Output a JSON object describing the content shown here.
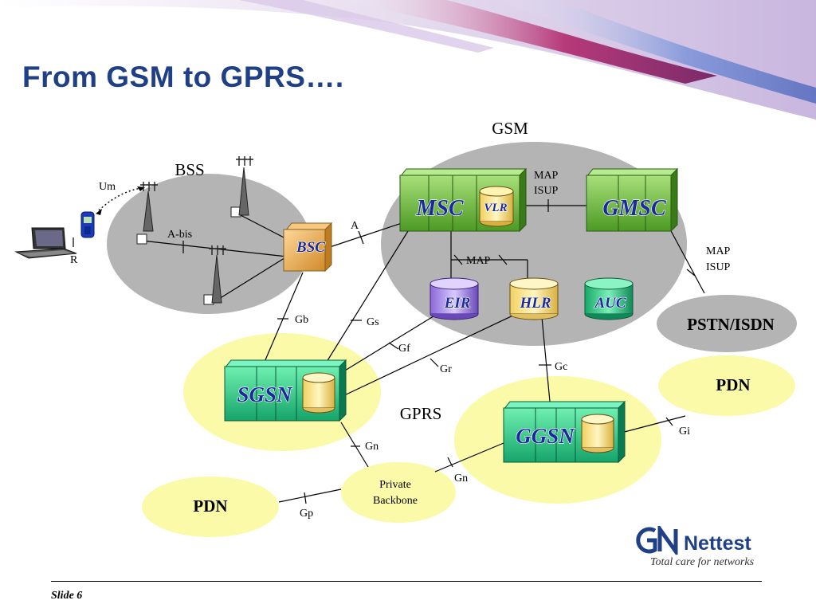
{
  "title": "From GSM to GPRS….",
  "footer": {
    "slide": "Slide 6"
  },
  "logo": {
    "name": "Nettest",
    "tagline": "Total care for networks"
  },
  "regions": {
    "gsm": "GSM",
    "bss": "BSS",
    "gprs": "GPRS",
    "pstn": "PSTN/ISDN",
    "pdn1": "PDN",
    "pdn2": "PDN",
    "backbone1": "Private",
    "backbone2": "Backbone"
  },
  "nodes": {
    "msc": "MSC",
    "vlr": "VLR",
    "gmsc": "GMSC",
    "bsc": "BSC",
    "eir": "EIR",
    "hlr": "HLR",
    "auc": "AUC",
    "sgsn": "SGSN",
    "ggsn": "GGSN"
  },
  "interfaces": {
    "um": "Um",
    "r": "R",
    "abis": "A-bis",
    "a": "A",
    "map_isup1_a": "MAP",
    "map_isup1_b": "ISUP",
    "map_isup2_a": "MAP",
    "map_isup2_b": "ISUP",
    "map": "MAP",
    "gb": "Gb",
    "gs": "Gs",
    "gf": "Gf",
    "gr": "Gr",
    "gc": "Gc",
    "gn1": "Gn",
    "gn2": "Gn",
    "gi": "Gi",
    "gp": "Gp"
  },
  "colors": {
    "title": "#1f3f86",
    "gsm_region": "#b4b4b4",
    "gprs_region": "#fafaa8",
    "node_green": "#6fb83a",
    "node_teal": "#2fc48a",
    "bsc": "#f0b35a"
  }
}
